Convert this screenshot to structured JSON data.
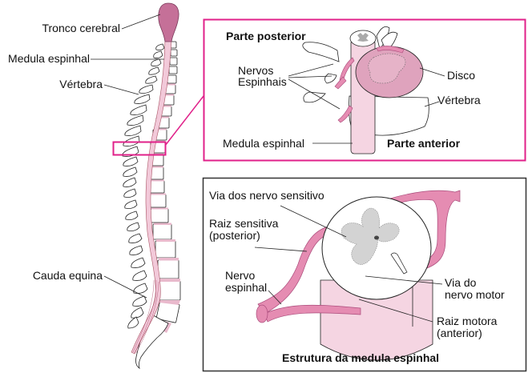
{
  "colors": {
    "accent_pink": "#e0218a",
    "tissue_pink": "#e58cb2",
    "light_pink": "#f5d5e2",
    "disc_pink": "#dfa3bd",
    "brainstem": "#c57098",
    "gray_matter": "#d3d3d3",
    "line": "#111111"
  },
  "spine_view": {
    "labels": {
      "brainstem": "Tronco cerebral",
      "spinal_cord": "Medula espinhal",
      "vertebra": "Vértebra",
      "cauda_equina": "Cauda equina"
    }
  },
  "detail_vertebra": {
    "posterior": "Parte  posterior",
    "spinal_nerves_line1": "Nervos",
    "spinal_nerves_line2": "Espinhais",
    "disc": "Disco",
    "vertebra": "Vértebra",
    "spinal_cord": "Medula espinhal",
    "anterior": "Parte anterior"
  },
  "cord_structure": {
    "sensory_path": "Via dos nervo sensitivo",
    "sensory_root_line1": "Raiz sensitiva",
    "sensory_root_line2": "(posterior)",
    "spinal_nerve_line1": "Nervo",
    "spinal_nerve_line2": "espinhal",
    "motor_path_line1": "Via do",
    "motor_path_line2": "nervo motor",
    "motor_root_line1": "Raiz motora",
    "motor_root_line2": "(anterior)",
    "caption": "Estrutura da medula espinhal"
  }
}
